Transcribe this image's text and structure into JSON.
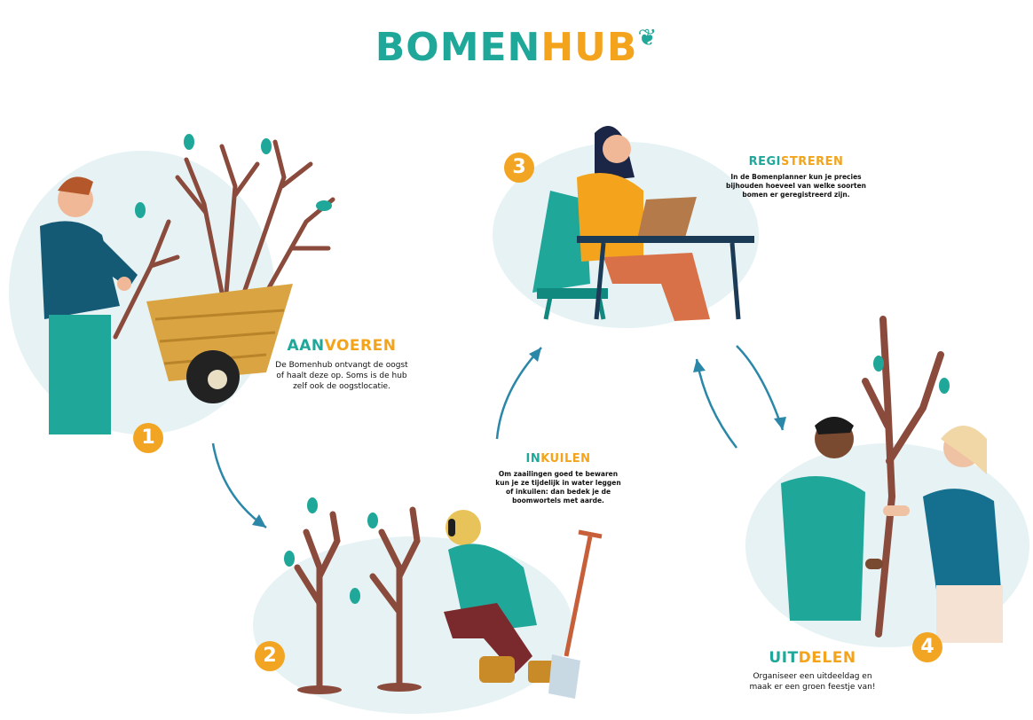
{
  "logo": {
    "part1": "BOMEN",
    "part2": "HUB"
  },
  "steps": [
    {
      "number": "1",
      "title1": "AAN",
      "title2": "VOEREN",
      "line1": "De Bomenhub ontvangt de oogst",
      "line2": "of haalt deze op. Soms is de hub",
      "line3": "zelf ook de oogstlocatie."
    },
    {
      "number": "2",
      "title1": "IN",
      "title2": "KUILEN",
      "line1": "Om zaailingen goed te bewaren",
      "line2": "kun je ze tijdelijk in water leggen",
      "line3": "of inkuilen: dan bedek je de",
      "line4": "boomwortels met aarde."
    },
    {
      "number": "3",
      "title1": "REGI",
      "title2": "STREREN",
      "line1": "In de Bomenplanner kun je precies",
      "line2": "bijhouden hoeveel van welke soorten",
      "line3": "bomen er geregistreerd zijn."
    },
    {
      "number": "4",
      "title1": "UIT",
      "title2": "DELEN",
      "line1": "Organiseer een uitdeeldag en",
      "line2": "maak er een groen feestje van!"
    }
  ],
  "colors": {
    "teal": "#1fa79a",
    "orange": "#f3a41c",
    "blob": "#e6f2f3",
    "arrow": "#2a87a8",
    "trunk": "#8a4a3c"
  }
}
